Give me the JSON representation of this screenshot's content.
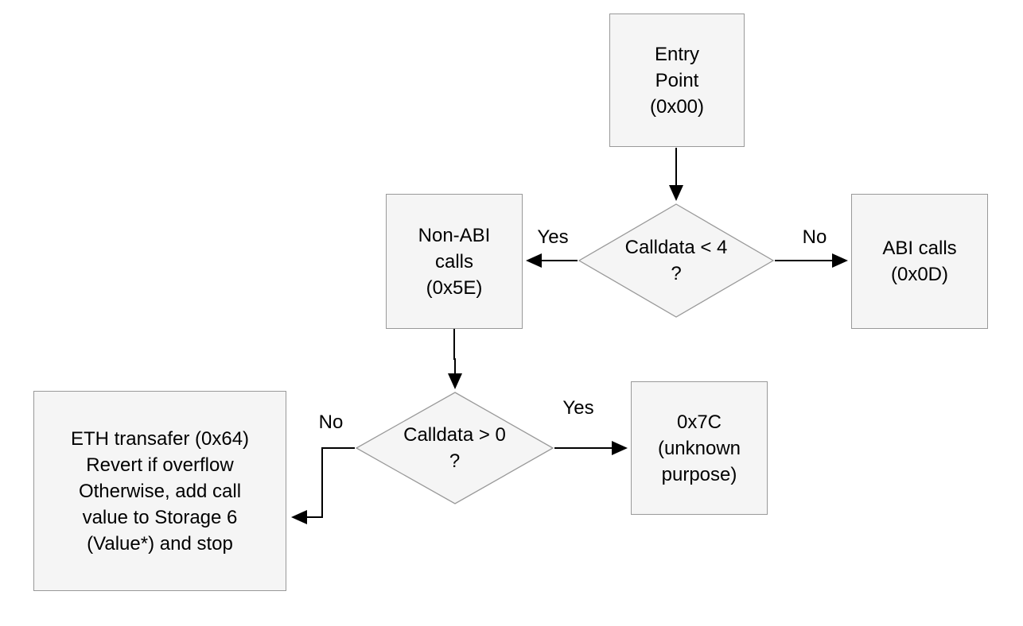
{
  "diagram": {
    "type": "flowchart",
    "colors": {
      "background": "#ffffff",
      "node_fill": "#f5f5f5",
      "node_border": "#999999",
      "edge": "#000000"
    },
    "nodes": {
      "entry": {
        "label": "Entry\nPoint\n(0x00)"
      },
      "calldata_lt_4": {
        "label": "Calldata < 4\n?"
      },
      "non_abi": {
        "label": "Non-ABI\ncalls\n(0x5E)"
      },
      "abi": {
        "label": "ABI calls\n(0x0D)"
      },
      "calldata_gt_0": {
        "label": "Calldata > 0\n?"
      },
      "x7c": {
        "label": "0x7C\n(unknown\npurpose)"
      },
      "eth_transfer": {
        "label": "ETH transafer (0x64)\nRevert if overflow\nOtherwise, add call\nvalue to Storage 6\n(Value*) and stop"
      }
    },
    "edges": [
      {
        "from": "entry",
        "to": "calldata_lt_4",
        "label": ""
      },
      {
        "from": "calldata_lt_4",
        "to": "non_abi",
        "label": "Yes"
      },
      {
        "from": "calldata_lt_4",
        "to": "abi",
        "label": "No"
      },
      {
        "from": "non_abi",
        "to": "calldata_gt_0",
        "label": ""
      },
      {
        "from": "calldata_gt_0",
        "to": "x7c",
        "label": "Yes"
      },
      {
        "from": "calldata_gt_0",
        "to": "eth_transfer",
        "label": "No"
      }
    ]
  }
}
